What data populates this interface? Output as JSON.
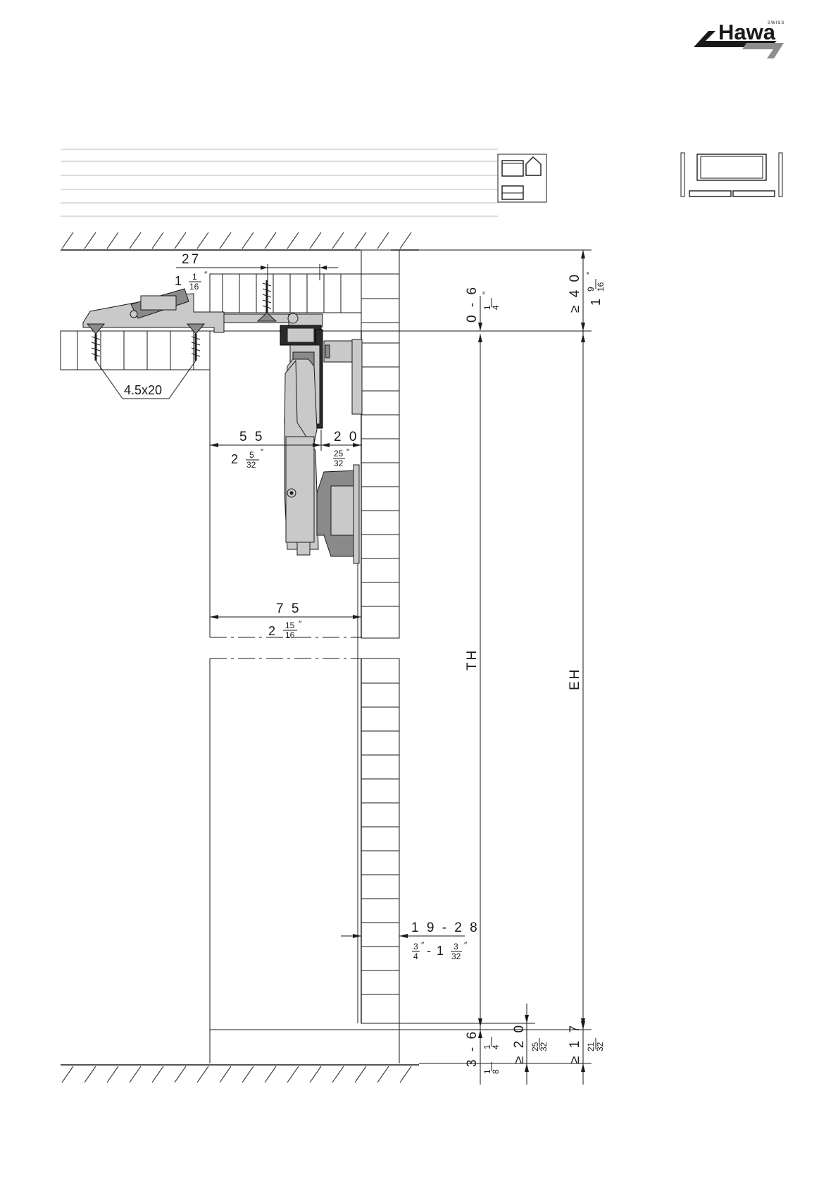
{
  "brand": {
    "name": "Hawa",
    "tagline": "SWISS"
  },
  "dimensions": {
    "top_offset": {
      "mm": "27",
      "inch_whole": "1",
      "inch_num": "1",
      "inch_den": "16"
    },
    "screw": "4.5x20",
    "gap_top": {
      "mm": "0 - 6",
      "inch_num": "1",
      "inch_den": "4"
    },
    "ceiling_min": {
      "mm": "≥ 4 0",
      "inch_whole": "1",
      "inch_num": "9",
      "inch_den": "16"
    },
    "left_55": {
      "mm": "5 5",
      "inch_whole": "2",
      "inch_num": "5",
      "inch_den": "32"
    },
    "right_20": {
      "mm": "2 0",
      "inch_num": "25",
      "inch_den": "32"
    },
    "total_75": {
      "mm": "7 5",
      "inch_whole": "2",
      "inch_num": "15",
      "inch_den": "16"
    },
    "door_thickness": {
      "mm": "1 9  - 2 8",
      "inch_a_num": "3",
      "inch_a_den": "4",
      "inch_b_whole": "1",
      "inch_b_num": "3",
      "inch_b_den": "32"
    },
    "th_label": "TH",
    "eh_label": "EH",
    "gap_bottom": {
      "mm": "3 - 6",
      "inch_a_num": "1",
      "inch_a_den": "8",
      "inch_b_num": "1",
      "inch_b_den": "4"
    },
    "floor_20": {
      "mm": "≥ 2 0",
      "inch_num": "25",
      "inch_den": "32"
    },
    "floor_17": {
      "mm": "≥ 1 7",
      "inch_num": "21",
      "inch_den": "32"
    }
  },
  "colors": {
    "line": "#1a1a1a",
    "part_light": "#c9c9c9",
    "part_mid": "#8a8a8a",
    "part_dark": "#2a2a2a",
    "rule": "#bbbbbb"
  }
}
